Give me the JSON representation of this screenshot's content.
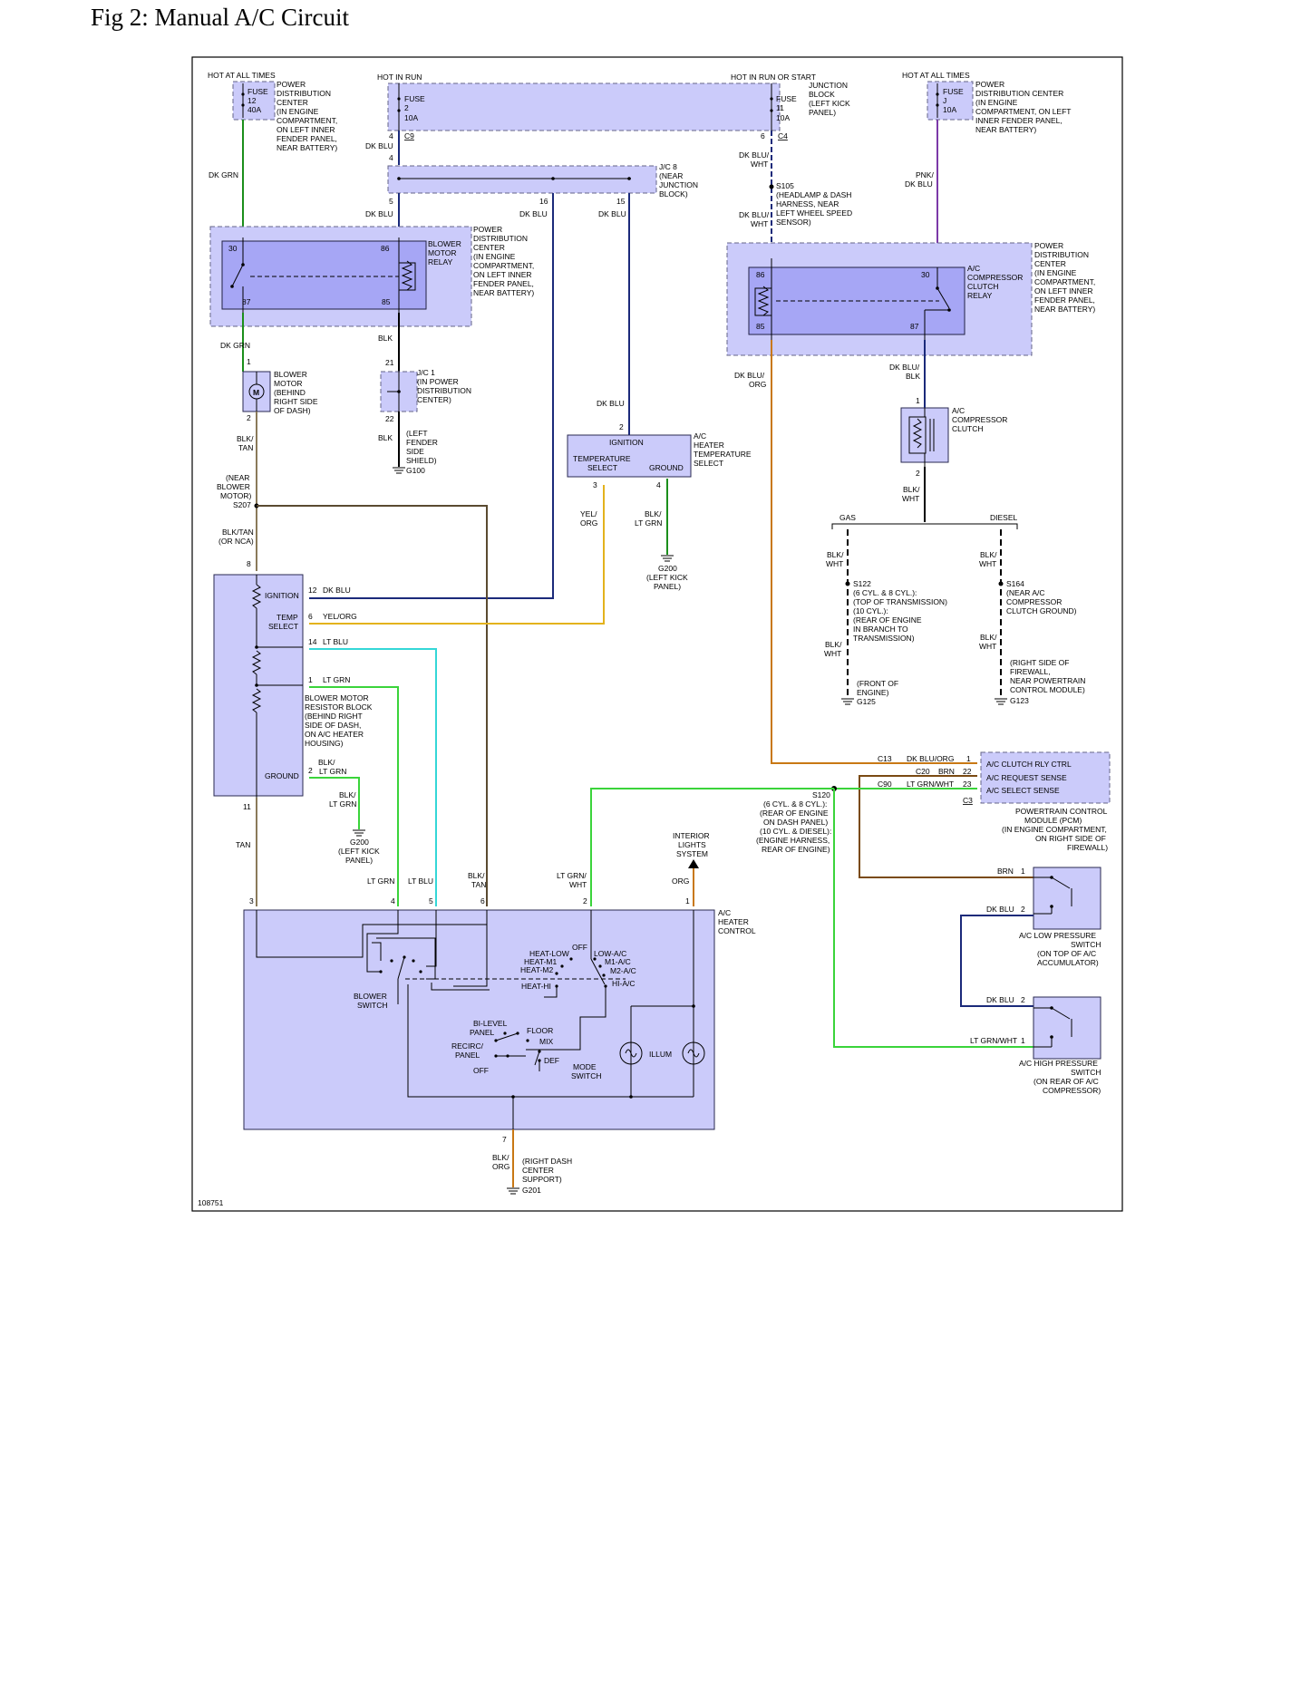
{
  "title": "Fig 2: Manual A/C Circuit",
  "figure_id": "108751",
  "power": {
    "hot_at_all_times_left": "HOT AT ALL TIMES",
    "hot_in_run": "HOT IN RUN",
    "hot_in_run_or_start": "HOT IN RUN OR START",
    "hot_at_all_times_right": "HOT AT ALL TIMES"
  },
  "fuses": {
    "f12": [
      "FUSE",
      "12",
      "40A"
    ],
    "f2": [
      "FUSE",
      "2",
      "10A"
    ],
    "f11": [
      "FUSE",
      "11",
      "10A"
    ],
    "fj": [
      "FUSE",
      "J",
      "10A"
    ]
  },
  "locations": {
    "pdc_left_fuse": [
      "POWER",
      "DISTRIBUTION",
      "CENTER",
      "(IN ENGINE",
      "COMPARTMENT,",
      "ON LEFT INNER",
      "FENDER PANEL,",
      "NEAR BATTERY)"
    ],
    "junction_block": [
      "JUNCTION",
      "BLOCK",
      "(LEFT KICK",
      "PANEL)"
    ],
    "pdc_right_fuse": [
      "POWER",
      "DISTRIBUTION CENTER",
      "(IN ENGINE",
      "COMPARTMENT, ON LEFT",
      "INNER FENDER PANEL,",
      "NEAR BATTERY)"
    ],
    "jc8": [
      "J/C 8",
      "(NEAR",
      "JUNCTION",
      "BLOCK)"
    ],
    "s105": [
      "S105",
      "(HEADLAMP & DASH",
      "HARNESS, NEAR",
      "LEFT WHEEL SPEED",
      "SENSOR)"
    ],
    "blower_relay_name": [
      "BLOWER",
      "MOTOR",
      "RELAY"
    ],
    "pdc_blower_relay": [
      "POWER",
      "DISTRIBUTION",
      "CENTER",
      "(IN ENGINE",
      "COMPARTMENT,",
      "ON LEFT INNER",
      "FENDER PANEL,",
      "NEAR BATTERY)"
    ],
    "ac_relay_name": [
      "A/C",
      "COMPRESSOR",
      "CLUTCH",
      "RELAY"
    ],
    "pdc_ac_relay": [
      "POWER",
      "DISTRIBUTION",
      "CENTER",
      "(IN ENGINE",
      "COMPARTMENT,",
      "ON LEFT INNER",
      "FENDER PANEL,",
      "NEAR BATTERY)"
    ],
    "blower_motor": [
      "BLOWER",
      "MOTOR",
      "(BEHIND",
      "RIGHT SIDE",
      "OF DASH)"
    ],
    "jc1": [
      "J/C 1",
      "(IN POWER",
      "DISTRIBUTION",
      "CENTER)"
    ],
    "g100": [
      "(LEFT",
      "FENDER",
      "SIDE",
      "SHIELD)",
      "G100"
    ],
    "ac_clutch": [
      "A/C",
      "COMPRESSOR",
      "CLUTCH"
    ],
    "ac_heater_temp": [
      "A/C",
      "HEATER",
      "TEMPERATURE",
      "SELECT"
    ],
    "s207": [
      "(NEAR",
      "BLOWER",
      "MOTOR)",
      "S207"
    ],
    "nca": [
      "BLK/TAN",
      "(OR NCA)"
    ],
    "g200a": [
      "G200",
      "(LEFT KICK",
      "PANEL)"
    ],
    "s122": [
      "S122",
      "(6 CYL. & 8 CYL.):",
      "(TOP OF TRANSMISSION)",
      "(10 CYL.):",
      "(REAR OF ENGINE",
      "IN BRANCH TO",
      "TRANSMISSION)"
    ],
    "g125": [
      "(FRONT OF",
      "ENGINE)",
      "G125"
    ],
    "s164": [
      "S164",
      "(NEAR A/C",
      "COMPRESSOR",
      "CLUTCH GROUND)"
    ],
    "g123": [
      "(RIGHT SIDE OF",
      "FIREWALL,",
      "NEAR POWERTRAIN",
      "CONTROL MODULE)",
      "G123"
    ],
    "resistor": [
      "BLOWER MOTOR",
      "RESISTOR BLOCK",
      "(BEHIND RIGHT",
      "SIDE OF DASH,",
      "ON A/C HEATER",
      "HOUSING)"
    ],
    "g200b": [
      "G200",
      "(LEFT KICK",
      "PANEL)"
    ],
    "s120": [
      "S120",
      "(6 CYL. & 8 CYL.):",
      "(REAR OF ENGINE",
      "ON DASH PANEL)",
      "(10 CYL. & DIESEL):",
      "(ENGINE HARNESS,",
      "REAR OF ENGINE)"
    ],
    "interior_lights": [
      "INTERIOR",
      "LIGHTS",
      "SYSTEM"
    ],
    "pcm": [
      "POWERTRAIN CONTROL",
      "MODULE (PCM)",
      "(IN ENGINE COMPARTMENT,",
      "ON RIGHT SIDE OF",
      "FIREWALL)"
    ],
    "low_pressure": [
      "A/C LOW PRESSURE",
      "SWITCH",
      "(ON TOP OF A/C",
      "ACCUMULATOR)"
    ],
    "high_pressure": [
      "A/C HIGH PRESSURE",
      "SWITCH",
      "(ON REAR OF A/C",
      "COMPRESSOR)"
    ],
    "heater_control": [
      "A/C",
      "HEATER",
      "CONTROL"
    ],
    "g201": [
      "(RIGHT DASH",
      "CENTER",
      "SUPPORT)",
      "G201"
    ]
  },
  "labels": {
    "dk_grn": "DK GRN",
    "dk_blu": "DK BLU",
    "blk": "BLK",
    "tan": "TAN",
    "gas": "GAS",
    "diesel": "DIESEL",
    "blk_tan_2": [
      "BLK/",
      "TAN"
    ],
    "blk_wht": [
      "BLK/",
      "WHT"
    ],
    "dk_blu_wht": [
      "DK BLU/",
      "WHT"
    ],
    "pnk_dk_blu": [
      "PNK/",
      "DK BLU"
    ],
    "dk_blu_org": [
      "DK BLU/",
      "ORG"
    ],
    "dk_blu_blk": [
      "DK BLU/",
      "BLK"
    ],
    "yel_org": [
      "YEL/",
      "ORG"
    ],
    "blk_lt_grn": [
      "BLK/",
      "LT GRN"
    ],
    "lt_grn_wht": [
      "LT GRN/",
      "WHT"
    ],
    "blk_org": [
      "BLK/",
      "ORG"
    ],
    "org": "ORG",
    "lt_grn": "LT GRN",
    "lt_blu": "LT BLU",
    "yel_org_h": "YEL/ORG",
    "brn": "BRN",
    "lt_grn_wht_h": "LT GRN/WHT",
    "dk_blu_org_h": "DK BLU/ORG"
  },
  "connectors": {
    "c9": "C9",
    "c4": "C4",
    "c13": "C13",
    "c20": "C20",
    "c90": "C90",
    "c3": "C3"
  },
  "resistor_block": {
    "ignition": "IGNITION",
    "temp_select": [
      "TEMP",
      "SELECT"
    ],
    "ground": "GROUND"
  },
  "temp_select_box": {
    "ignition": "IGNITION",
    "temperature": "TEMPERATURE",
    "select": "SELECT",
    "ground": "GROUND"
  },
  "pcm_pins": [
    "A/C CLUTCH RLY CTRL",
    "A/C REQUEST SENSE",
    "A/C SELECT SENSE"
  ],
  "heater_control": {
    "blower_switch": [
      "BLOWER",
      "SWITCH"
    ],
    "mode_switch": [
      "MODE",
      "SWITCH"
    ],
    "illum": "ILLUM",
    "positions": [
      "HEAT-LOW",
      "HEAT-M1",
      "HEAT-M2",
      "HEAT-HI",
      "OFF",
      "LOW-A/C",
      "M1-A/C",
      "M2-A/C",
      "HI-A/C",
      "BI-LEVEL",
      "PANEL",
      "FLOOR",
      "MIX",
      "RECIRC/",
      "PANEL",
      "OFF",
      "DEF"
    ]
  },
  "colors": {
    "box_fill": "#cbcbfa",
    "relay_fill": "#a6a6f5",
    "dk_grn": "#1b8f1b",
    "lt_grn": "#3ad43a",
    "lt_blu": "#34d7d7",
    "yel_org": "#e3b21d",
    "brn": "#7a4a12",
    "pnk": "#7b3aa8"
  },
  "icons": [
    "fuse-icon",
    "relay-coil-icon",
    "motor-icon",
    "ground-icon",
    "clutch-coil-icon",
    "lamp-icon",
    "switch-icon"
  ]
}
